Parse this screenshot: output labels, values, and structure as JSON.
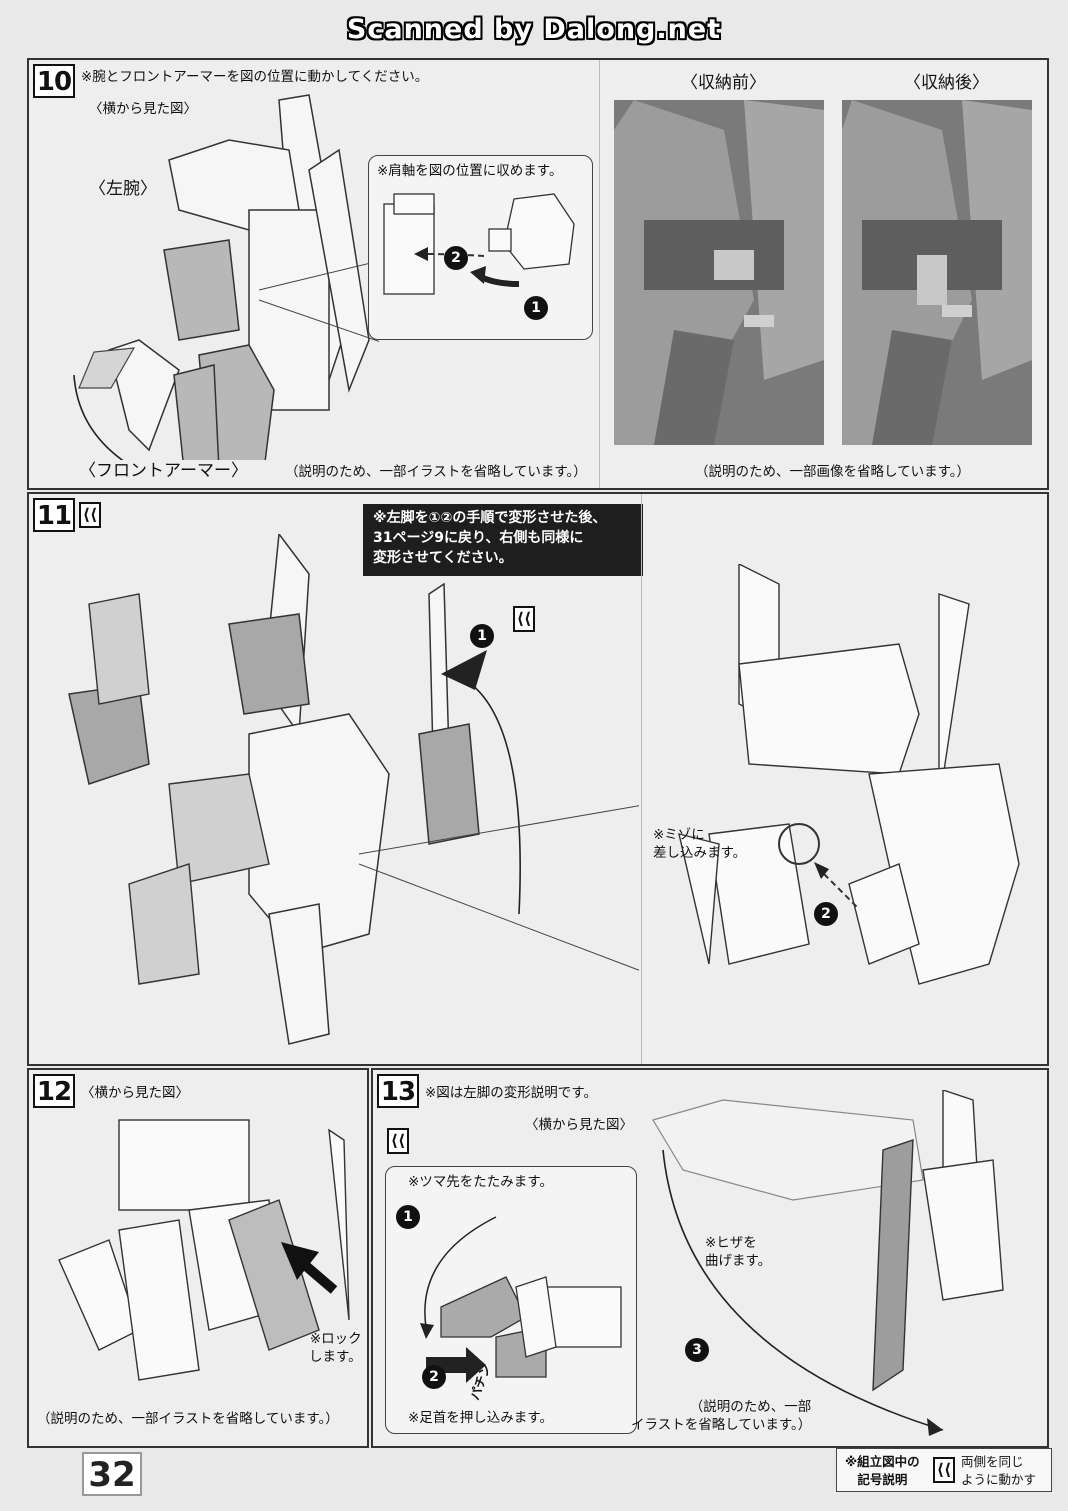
{
  "watermark": "Scanned by Dalong.net",
  "step10": {
    "number": "10",
    "instruction": "※腕とフロントアーマーを図の位置に動かしてください。",
    "side_view": "〈横から見た図〉",
    "left_arm": "〈左腕〉",
    "front_armor": "〈フロントアーマー〉",
    "inset_note": "※肩軸を図の位置に収めます。",
    "omit_note": "（説明のため、一部イラストを省略しています。）",
    "before_label": "〈収納前〉",
    "after_label": "〈収納後〉",
    "photo_note": "（説明のため、一部画像を省略しています。）",
    "markers": [
      "1",
      "2"
    ]
  },
  "step11": {
    "number": "11",
    "callout": [
      "※左脚を①②の手順で変形させた後、",
      "31ページ9に戻り、右側も同様に",
      "変形させてください。"
    ],
    "groove_note": [
      "※ミゾに",
      "差し込みます。"
    ],
    "markers": [
      "1",
      "2"
    ]
  },
  "step12": {
    "number": "12",
    "side_view": "〈横から見た図〉",
    "lock_note": [
      "※ロック",
      "します。"
    ],
    "omit_note": "（説明のため、一部イラストを省略しています。）"
  },
  "step13": {
    "number": "13",
    "instruction": "※図は左脚の変形説明です。",
    "side_view": "〈横から見た図〉",
    "toe_note": "※ツマ先をたたみます。",
    "ankle_note": "※足首を押し込みます。",
    "click_sfx": "パチン",
    "knee_note": [
      "※ヒザを",
      "曲げます。"
    ],
    "omit_note": [
      "（説明のため、一部",
      "イラストを省略しています。）"
    ],
    "markers": [
      "1",
      "2",
      "3"
    ]
  },
  "footer": {
    "page_number": "32",
    "legend_title": [
      "※組立図中の",
      "記号説明"
    ],
    "legend_text": [
      "両側を同じ",
      "ように動かす"
    ]
  }
}
